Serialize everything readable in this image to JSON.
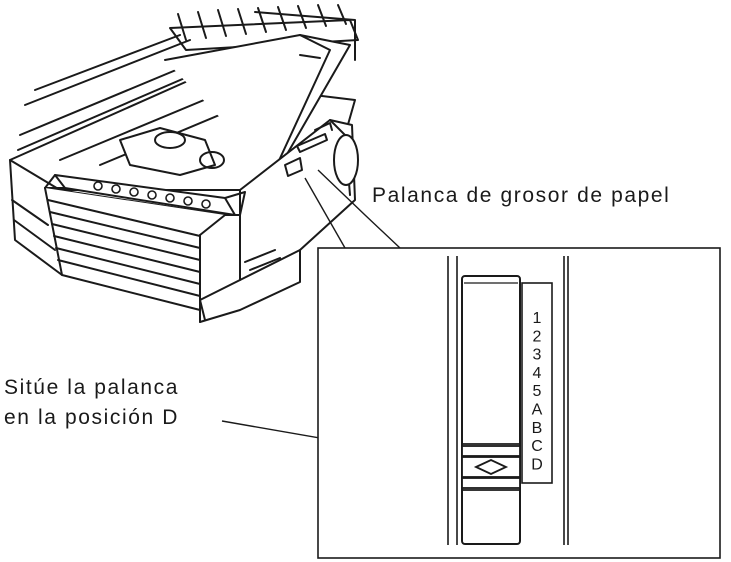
{
  "labels": {
    "lever_title": "Palanca de grosor de papel",
    "instruction_line1": "Sitúe la palanca",
    "instruction_line2": "en la posición D"
  },
  "scale": {
    "positions": [
      "1",
      "2",
      "3",
      "4",
      "5",
      "A",
      "B",
      "C",
      "D"
    ],
    "selected": "D"
  },
  "colors": {
    "ink": "#1a1a1a",
    "paper": "#ffffff"
  }
}
